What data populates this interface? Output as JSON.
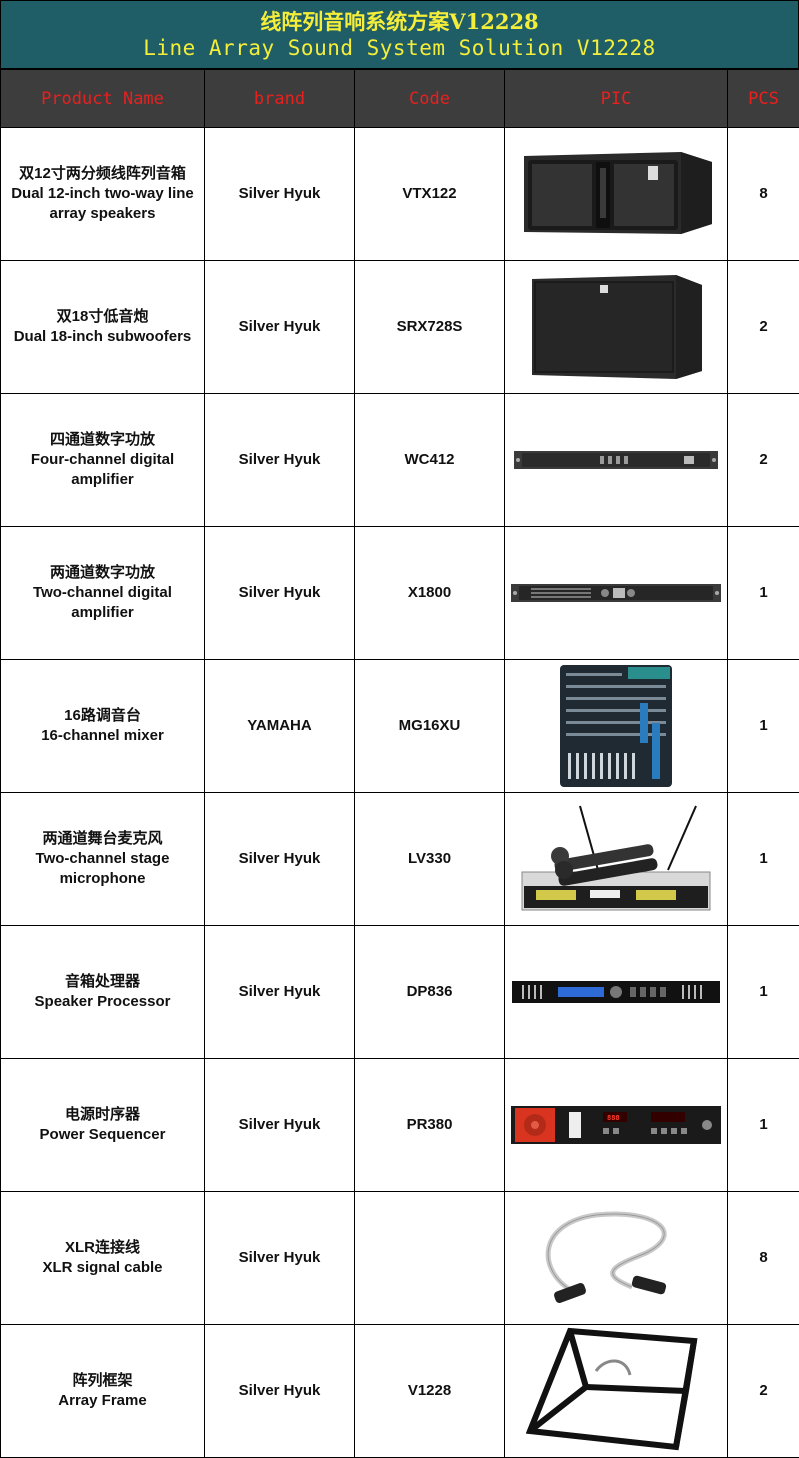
{
  "title_cn": "线阵列音响系统方案V12228",
  "title_en": "Line Array Sound System Solution V12228",
  "headers": [
    "Product Name",
    "brand",
    "Code",
    "PIC",
    "PCS"
  ],
  "rows": [
    {
      "name_cn": "双12寸两分频线阵列音箱",
      "name_en": "Dual 12-inch two-way line array speakers",
      "brand": "Silver Hyuk",
      "code": "VTX122",
      "pcs": "8",
      "pic": "line-array-speaker-icon"
    },
    {
      "name_cn": "双18寸低音炮",
      "name_en": "Dual 18-inch subwoofers",
      "brand": "Silver Hyuk",
      "code": "SRX728S",
      "pcs": "2",
      "pic": "subwoofer-icon"
    },
    {
      "name_cn": "四通道数字功放",
      "name_en": "Four-channel digital amplifier",
      "brand": "Silver Hyuk",
      "code": "WC412",
      "pcs": "2",
      "pic": "amplifier-icon"
    },
    {
      "name_cn": "两通道数字功放",
      "name_en": "Two-channel digital amplifier",
      "brand": "Silver Hyuk",
      "code": "X1800",
      "pcs": "1",
      "pic": "amplifier-icon"
    },
    {
      "name_cn": "16路调音台",
      "name_en": "16-channel mixer",
      "brand": "YAMAHA",
      "code": "MG16XU",
      "pcs": "1",
      "pic": "mixer-icon"
    },
    {
      "name_cn": "两通道舞台麦克风",
      "name_en": "Two-channel stage microphone",
      "brand": "Silver Hyuk",
      "code": "LV330",
      "pcs": "1",
      "pic": "wireless-microphone-icon"
    },
    {
      "name_cn": "音箱处理器",
      "name_en": "Speaker Processor",
      "brand": "Silver Hyuk",
      "code": "DP836",
      "pcs": "1",
      "pic": "processor-icon"
    },
    {
      "name_cn": "电源时序器",
      "name_en": "Power Sequencer",
      "brand": "Silver Hyuk",
      "code": "PR380",
      "pcs": "1",
      "pic": "power-sequencer-icon"
    },
    {
      "name_cn": "XLR连接线",
      "name_en": "XLR signal cable",
      "brand": "Silver Hyuk",
      "code": "",
      "pcs": "8",
      "pic": "xlr-cable-icon"
    },
    {
      "name_cn": "阵列框架",
      "name_en": "Array Frame",
      "brand": "Silver Hyuk",
      "code": "V1228",
      "pcs": "2",
      "pic": "array-frame-icon"
    }
  ],
  "colors": {
    "banner_bg": "#1f5d67",
    "banner_text": "#f4ee3a",
    "header_bg": "#3d3d3d",
    "header_text": "#e8201e"
  }
}
